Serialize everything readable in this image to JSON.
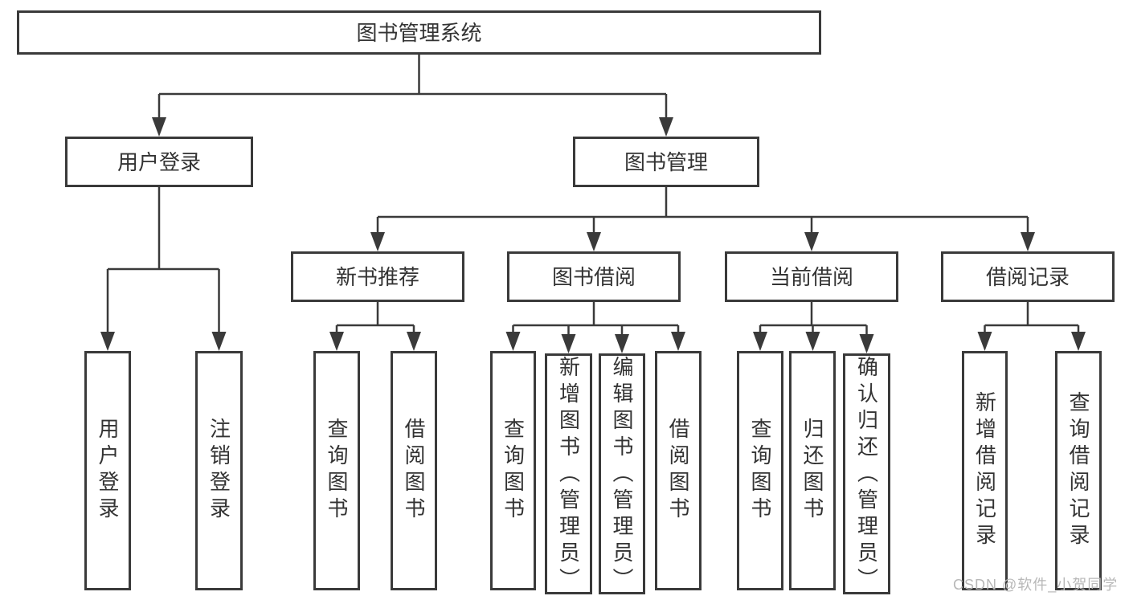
{
  "diagram": {
    "type": "hierarchy",
    "tree": {
      "label": "图书管理系统",
      "children": [
        {
          "label": "用户登录",
          "children": [
            {
              "label": "用户登录"
            },
            {
              "label": "注销登录"
            }
          ]
        },
        {
          "label": "图书管理",
          "children": [
            {
              "label": "新书推荐",
              "children": [
                {
                  "label": "查询图书"
                },
                {
                  "label": "借阅图书"
                }
              ]
            },
            {
              "label": "图书借阅",
              "children": [
                {
                  "label": "查询图书"
                },
                {
                  "label": "新增图书（管理员）"
                },
                {
                  "label": "编辑图书（管理员）"
                },
                {
                  "label": "借阅图书"
                }
              ]
            },
            {
              "label": "当前借阅",
              "children": [
                {
                  "label": "查询图书"
                },
                {
                  "label": "归还图书"
                },
                {
                  "label": "确认归还（管理员）"
                }
              ]
            },
            {
              "label": "借阅记录",
              "children": [
                {
                  "label": "新增借阅记录"
                },
                {
                  "label": "查询借阅记录"
                }
              ]
            }
          ]
        }
      ]
    }
  },
  "watermark": {
    "text": "CSDN @软件_小贺同学"
  },
  "colors": {
    "line": "#3a3a3a",
    "box_border": "#3a3a3a",
    "text": "#333333",
    "watermark": "#b8b8b8",
    "background": "#ffffff"
  }
}
